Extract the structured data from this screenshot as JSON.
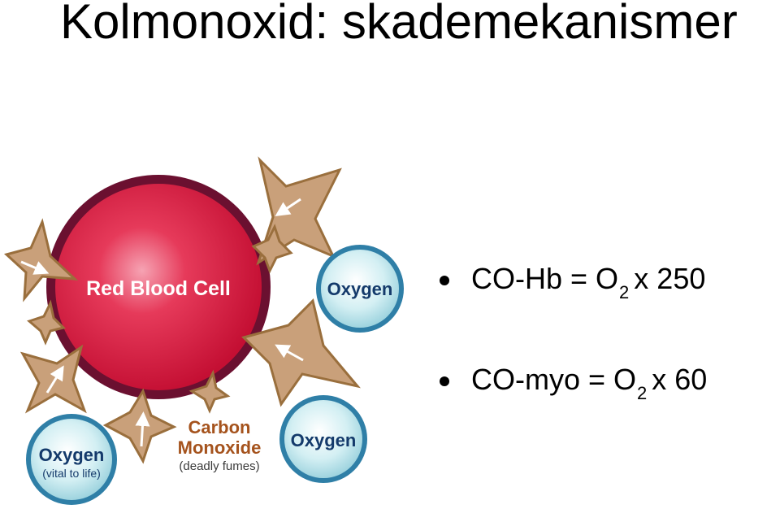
{
  "slide": {
    "title": "Kolmonoxid: skademekanismer"
  },
  "illustration": {
    "cell_label": "Red Blood Cell",
    "oxygen_label": "Oxygen",
    "oxygen_note": "(vital to life)",
    "co_label_line1": "Carbon",
    "co_label_line2": "Monoxide",
    "co_note": "(deadly fumes)"
  },
  "bullets": [
    {
      "prefix": "CO-Hb = O",
      "sub": "2",
      "suffix": "x 250"
    },
    {
      "prefix": "CO-myo = O",
      "sub": "2",
      "suffix": "x 60"
    }
  ],
  "colors": {
    "cell_outer": "#6b1030",
    "cell_inner": "#d8163c",
    "co_fill": "#c9a07a",
    "co_stroke": "#9a6f3d",
    "oxygen_fill": "#bfe7ec",
    "oxygen_ring": "#2f7fa7",
    "oxygen_text": "#143a6b",
    "co_text": "#a5531d"
  }
}
